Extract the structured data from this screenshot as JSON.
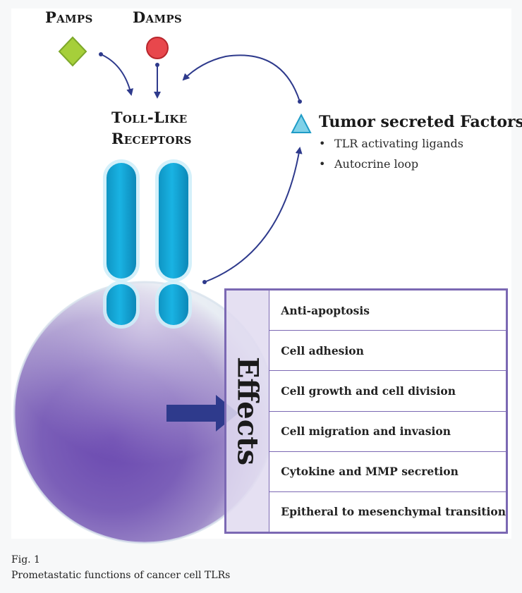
{
  "inputs": {
    "pamps_label": "Pamps",
    "damps_label": "Damps"
  },
  "receptor": {
    "line1": "Toll-Like",
    "line2": "Receptors"
  },
  "tumor": {
    "title": "Tumor secreted Factors",
    "bullets": [
      "TLR activating ligands",
      "Autocrine loop"
    ]
  },
  "effects": {
    "title": "Effects",
    "items": [
      "Anti-apoptosis",
      "Cell adhesion",
      "Cell growth and cell division",
      "Cell migration and invasion",
      "Cytokine and MMP secretion",
      "Epitheral to mesenchymal transition"
    ]
  },
  "caption": {
    "fig_label": "Fig. 1",
    "text": "Prometastatic functions of cancer cell TLRs"
  },
  "colors": {
    "pamps_shape": "#a6cf3a",
    "damps_shape": "#e8474c",
    "arrow": "#2e3a8c",
    "receptor": "#11a6d6",
    "cell": "#7b5fb8",
    "effects_border": "#7b68b3",
    "tumor_triangle": "#7fd1e8"
  }
}
